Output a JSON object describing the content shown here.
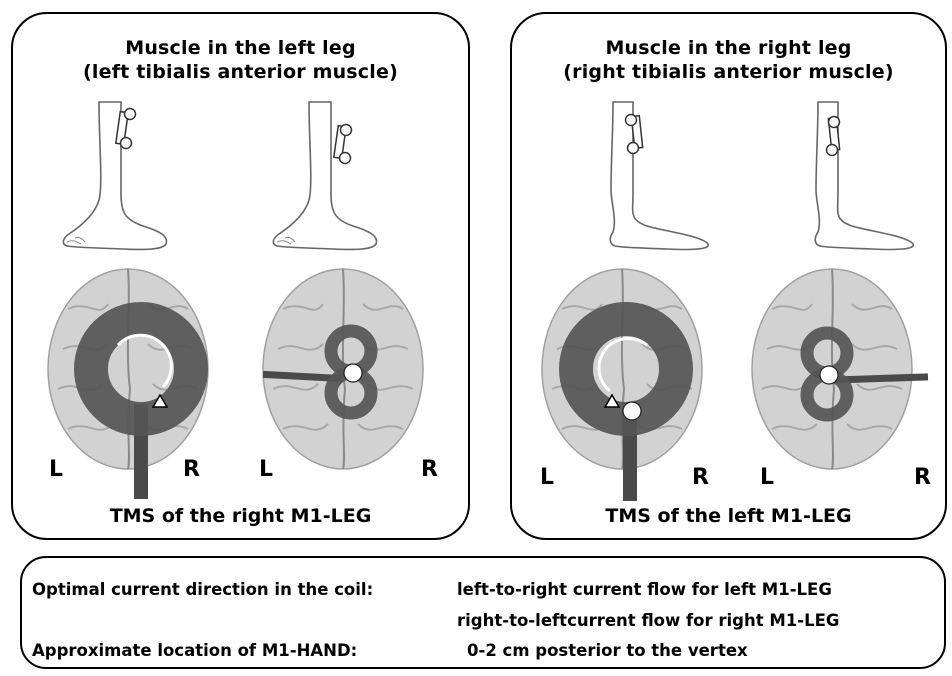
{
  "left_panel": {
    "title_line1": "Muscle in the left leg",
    "title_line2": "(left tibialis anterior muscle)",
    "caption": "TMS of the right M1-LEG",
    "label_left_1": "L",
    "label_right_1": "R",
    "label_left_2": "L",
    "label_right_2": "R"
  },
  "right_panel": {
    "title_line1": "Muscle in the right leg",
    "title_line2": "(right tibialis anterior muscle)",
    "caption": "TMS of the left M1-LEG",
    "label_left_1": "L",
    "label_right_1": "R",
    "label_left_2": "L",
    "label_right_2": "R"
  },
  "summary": {
    "row1_label": "Optimal current direction in the coil:",
    "row1_value": "left-to-right current flow for left M1-LEG",
    "row2_value": "right-to-leftcurrent flow for right M1-LEG",
    "row3_label": "Approximate location of M1-HAND:",
    "row3_value": "0-2 cm posterior to the vertex"
  },
  "colors": {
    "brain_fill": "#d2d2d2",
    "brain_sulci": "#9a9a9a",
    "coil_dark": "#4a4a4a",
    "coil_ring": "#555555",
    "outline": "#000000"
  }
}
